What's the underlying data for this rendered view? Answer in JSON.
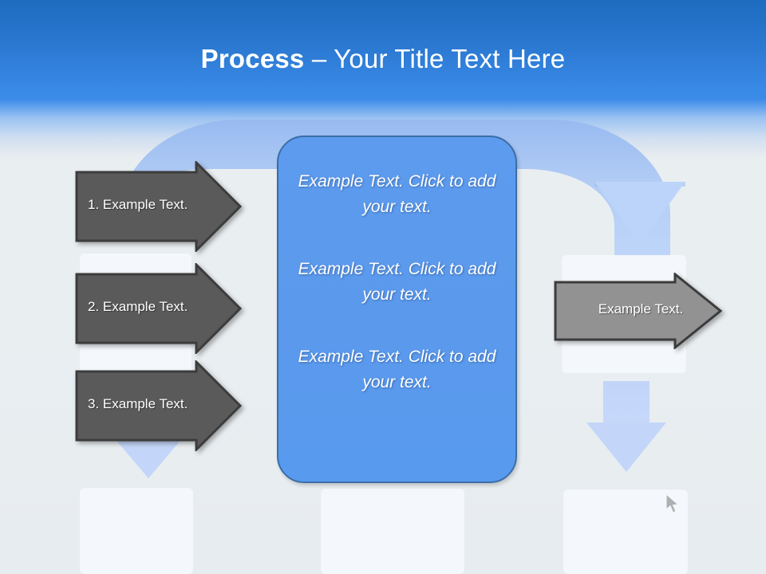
{
  "slide": {
    "title": {
      "strong": "Process",
      "rest": " – Your Title Text Here"
    }
  },
  "left_steps": [
    {
      "label": "1. Example Text."
    },
    {
      "label": "2. Example Text."
    },
    {
      "label": "3. Example Text."
    }
  ],
  "center_box": {
    "paragraphs": [
      "Example Text. Click  to add your text.",
      "Example Text. Click  to add your text.",
      "Example Text. Click  to add your text."
    ]
  },
  "right_step": {
    "label": "Example Text."
  },
  "colors": {
    "header_blue_top": "#1e6cc0",
    "header_blue_bottom": "#3a8ae8",
    "page_background": "#e9eef1",
    "center_box_fill": "#5b99ec",
    "center_box_border": "#3b6ea8",
    "left_arrow_fill": "#5a5a5a",
    "left_arrow_border": "#3c3c3c",
    "right_arrow_fill": "#929292",
    "right_arrow_border": "#3c3c3c",
    "decor_arrow_blue": "#bdd4fa",
    "panel_white": "#f4f7fb"
  },
  "icons": {
    "cursor": "mouse-pointer-icon",
    "decor_elbow": "curved-down-arrow-icon",
    "decor_down_right": "down-arrow-icon",
    "decor_down_left": "down-arrow-icon"
  }
}
